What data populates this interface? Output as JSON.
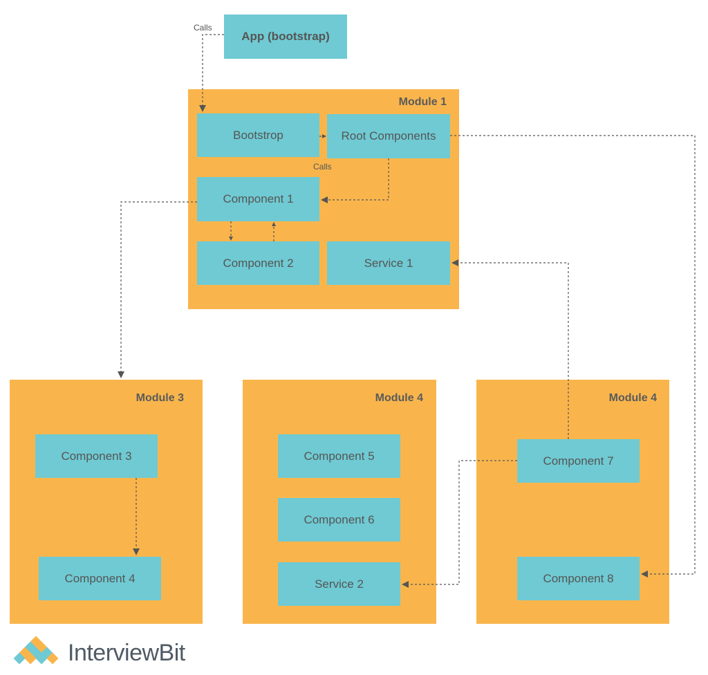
{
  "nodes": {
    "app": "App (bootstrap)",
    "bootstrop": "Bootstrop",
    "root_components": "Root Components",
    "component1": "Component 1",
    "component2": "Component 2",
    "service1": "Service 1",
    "component3": "Component 3",
    "component4": "Component 4",
    "component5": "Component 5",
    "component6": "Component 6",
    "service2": "Service 2",
    "component7": "Component 7",
    "component8": "Component 8"
  },
  "modules": {
    "module1": "Module 1",
    "module3": "Module 3",
    "module4a": "Module 4",
    "module4b": "Module 4"
  },
  "edge_labels": {
    "calls_top": "Calls",
    "calls_mid": "Calls"
  },
  "brand": {
    "name": "InterviewBit"
  },
  "colors": {
    "module": "#f9b54c",
    "node": "#6fcad3",
    "text": "#555555",
    "connector": "#555555"
  }
}
